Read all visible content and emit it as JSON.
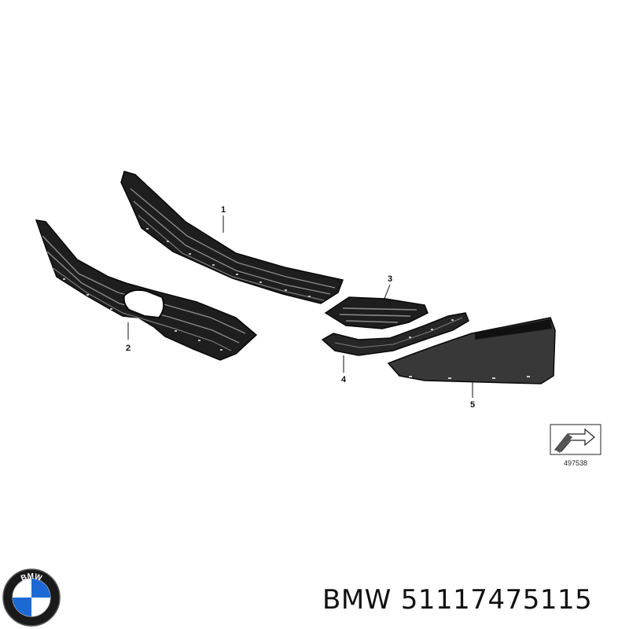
{
  "diagram": {
    "callouts": [
      "1",
      "2",
      "3",
      "4",
      "5"
    ],
    "reference_number": "497538"
  },
  "logo": {
    "text": "BMW"
  },
  "caption": {
    "brand": "BMW",
    "part_number": "51117475115"
  },
  "colors": {
    "part_fill": "#222222",
    "part_dark": "#0c0c0c",
    "slat_light": "#8a8a8a",
    "leader": "#111111",
    "logo_blue": "#1c69d4",
    "logo_ring": "#1a1a1a"
  },
  "icons": {
    "reference_symbol": "arrow-box-icon",
    "logo": "bmw-roundel-icon"
  }
}
